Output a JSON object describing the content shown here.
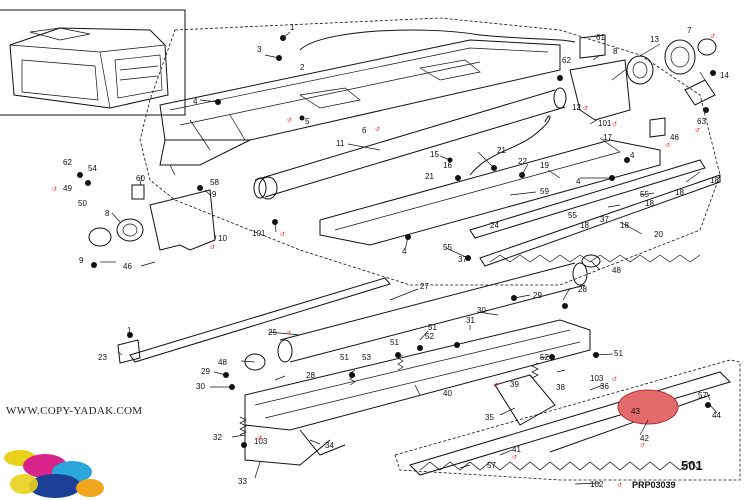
{
  "watermark": "WWW.COPY-YADAK.COM",
  "drawing_code": "PRP03039",
  "group_ref": "501",
  "callouts": {
    "c1a": "1",
    "c1b": "1",
    "c2": "2",
    "c3": "3",
    "c4a": "4",
    "c4b": "4",
    "c4c": "4",
    "c4d": "4",
    "c5": "5",
    "c6": "6",
    "c7": "7",
    "c8a": "8",
    "c8b": "8",
    "c9a": "9",
    "c9b": "9",
    "c10": "10",
    "c11": "11",
    "c12": "12",
    "c13": "13",
    "c14": "14",
    "c15": "15",
    "c16": "16",
    "c17": "17",
    "c18a": "18",
    "c18b": "18",
    "c18c": "18",
    "c19": "19",
    "c20": "20",
    "c21a": "21",
    "c21b": "21",
    "c22": "22",
    "c23": "23",
    "c24": "24",
    "c25": "25",
    "c27": "27",
    "c28a": "28",
    "c28b": "28",
    "c29a": "29",
    "c29b": "29",
    "c30a": "30",
    "c30b": "30",
    "c31": "31",
    "c32": "32",
    "c33": "33",
    "c34": "34",
    "c35": "35",
    "c36": "36",
    "c37a": "37",
    "c37b": "37",
    "c38": "38",
    "c39": "39",
    "c40": "40",
    "c41": "41",
    "c42": "42",
    "c43": "43",
    "c44": "44",
    "c46a": "46",
    "c46b": "46",
    "c48a": "48",
    "c48b": "48",
    "c49": "49",
    "c50": "50",
    "c51a": "51",
    "c51b": "51",
    "c51c": "51",
    "c51d": "51",
    "c52a": "52",
    "c52b": "52",
    "c53": "53",
    "c54": "54",
    "c55a": "55",
    "c55b": "55",
    "c55c": "55",
    "c57a": "57",
    "c57b": "57",
    "c58": "58",
    "c59": "59",
    "c60": "60",
    "c61": "61",
    "c62a": "62",
    "c62b": "62",
    "c63": "63",
    "c101a": "101",
    "c101b": "101",
    "c102": "102",
    "c103a": "103",
    "c103b": "103"
  },
  "colors": {
    "line": "#111111",
    "highlight": "#e36a6a",
    "ref_mark": "#dd2222"
  },
  "logo_colors": [
    "#e8d21a",
    "#d8238a",
    "#2aa6dc",
    "#1d3f96",
    "#f3a51c"
  ]
}
